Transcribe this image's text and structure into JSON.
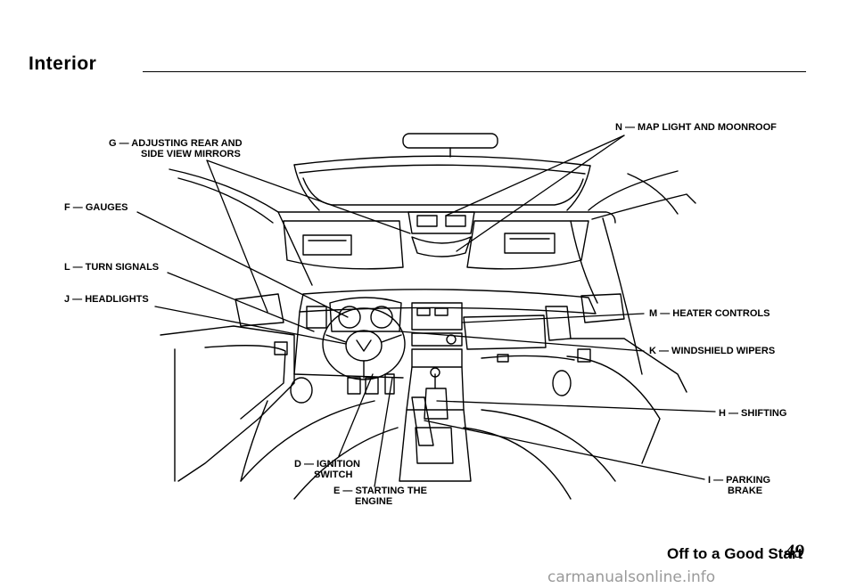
{
  "page": {
    "title": "Interior",
    "footer_section": "Off to a Good Start",
    "page_number": "49"
  },
  "callouts": {
    "g": {
      "line1": "G — ADJUSTING REAR AND",
      "line2": "SIDE VIEW MIRRORS"
    },
    "f": {
      "line1": "F — GAUGES"
    },
    "l": {
      "line1": "L — TURN SIGNALS"
    },
    "j": {
      "line1": "J — HEADLIGHTS"
    },
    "n": {
      "line1": "N — MAP LIGHT AND MOONROOF"
    },
    "m": {
      "line1": "M — HEATER CONTROLS"
    },
    "k": {
      "line1": "K — WINDSHIELD WIPERS"
    },
    "h": {
      "line1": "H — SHIFTING"
    },
    "d": {
      "line1": "D — IGNITION",
      "line2": "SWITCH"
    },
    "e": {
      "line1": "E — STARTING THE",
      "line2": "ENGINE"
    },
    "i": {
      "line1": "I — PARKING",
      "line2": "BRAKE"
    }
  },
  "watermark": "carmanualsonline.info"
}
